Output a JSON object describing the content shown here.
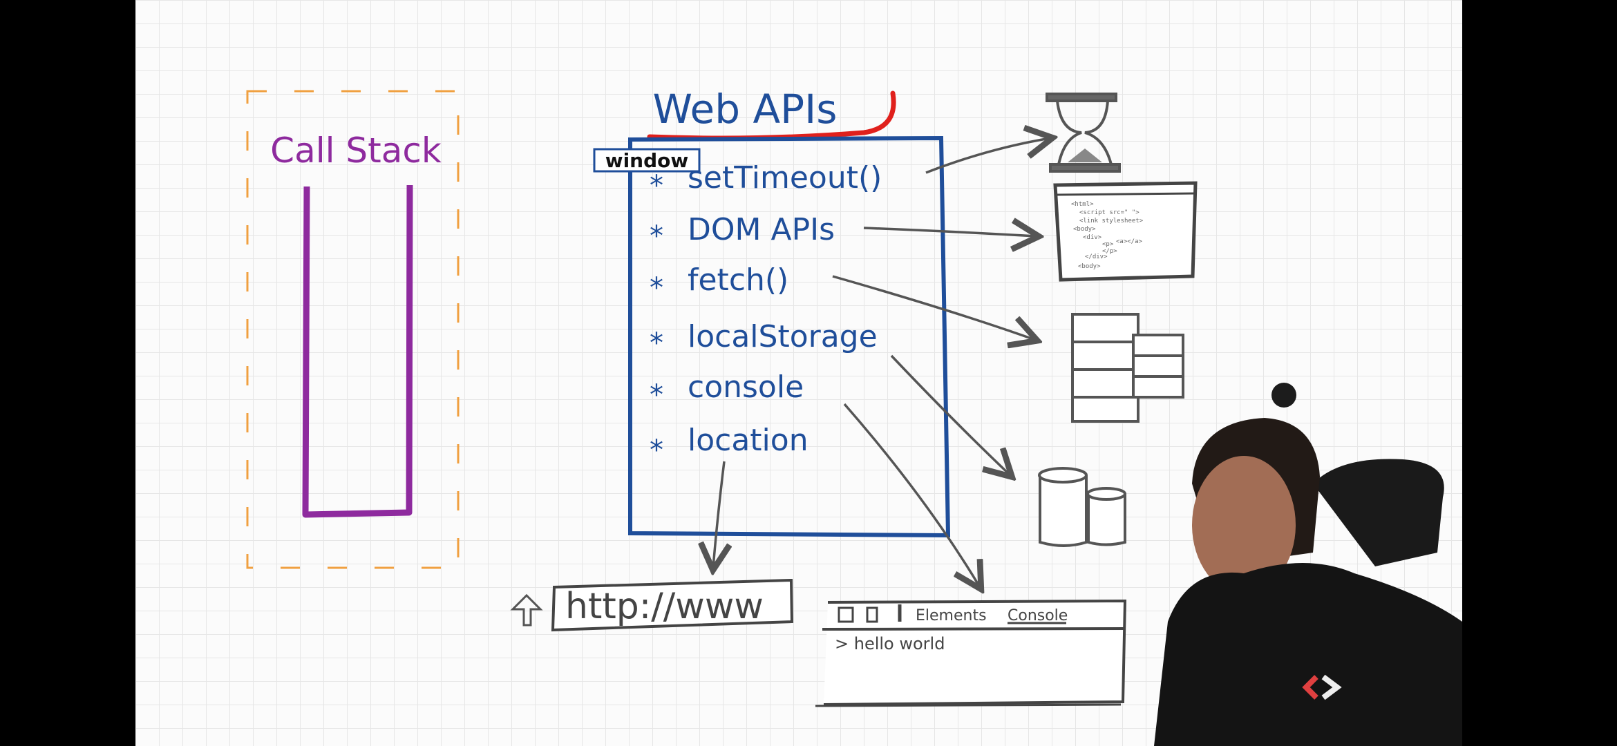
{
  "call_stack": {
    "title": "Call Stack"
  },
  "web_apis": {
    "title": "Web APIs",
    "window_label": "window",
    "bullet": "*",
    "items": [
      {
        "label": "setTimeout()"
      },
      {
        "label": "DOM APIs"
      },
      {
        "label": "fetch()"
      },
      {
        "label": "localStorage"
      },
      {
        "label": "console"
      },
      {
        "label": "location"
      }
    ]
  },
  "url_bar": {
    "text": "http://www"
  },
  "code_window": {
    "lines": [
      "<html>",
      "<script src=\"  \">",
      "<link stylesheet>",
      "<body>",
      "<div>",
      "<p>",
      "<a></a>",
      "</p>",
      "</div>",
      "<body>"
    ]
  },
  "devtools": {
    "tabs": [
      "Elements",
      "Console"
    ],
    "active_tab": "Console",
    "output": "> hello world"
  },
  "colors": {
    "call_stack": "#8e2a9e",
    "web_apis": "#1f4e9a",
    "highlight": "#e0201c",
    "ink": "#444444"
  }
}
